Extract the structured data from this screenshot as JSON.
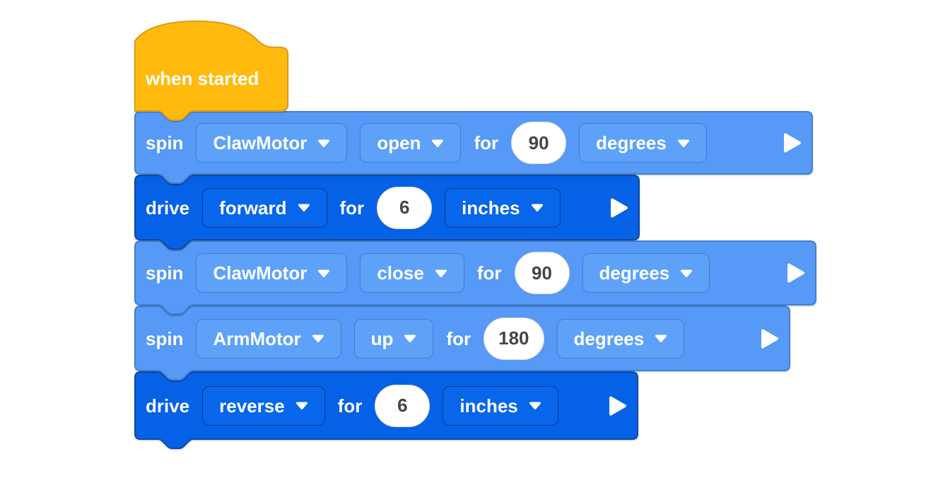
{
  "workspace": {
    "hat": {
      "label": "when started"
    },
    "blocks": [
      {
        "verb": "spin",
        "motor": "ClawMotor",
        "direction": "open",
        "for_word": "for",
        "value": "90",
        "unit": "degrees"
      },
      {
        "verb": "drive",
        "direction": "forward",
        "for_word": "for",
        "value": "6",
        "unit": "inches"
      },
      {
        "verb": "spin",
        "motor": "ClawMotor",
        "direction": "close",
        "for_word": "for",
        "value": "90",
        "unit": "degrees"
      },
      {
        "verb": "spin",
        "motor": "ArmMotor",
        "direction": "up",
        "for_word": "for",
        "value": "180",
        "unit": "degrees"
      },
      {
        "verb": "drive",
        "direction": "reverse",
        "for_word": "for",
        "value": "6",
        "unit": "inches"
      }
    ],
    "icons": {
      "dropdown_caret": "caret-down",
      "run_arrow": "play-triangle"
    },
    "colors": {
      "canvas": "#FFFFFF",
      "hat_fill": "#FFBA0D",
      "hat_border": "#DB9E15",
      "spin_fill": "#5699F6",
      "spin_border": "#4380CE",
      "spin_field_fill": "#5DA2F8",
      "spin_field_border": "#3F7FD0",
      "drive_fill": "#0561E6",
      "drive_border": "#14489F",
      "drive_field_fill": "#0766EA",
      "drive_field_border": "#0A3C90",
      "input_fill": "#FFFFFF",
      "input_text": "#454545",
      "label_text": "#FFFFFF"
    }
  }
}
